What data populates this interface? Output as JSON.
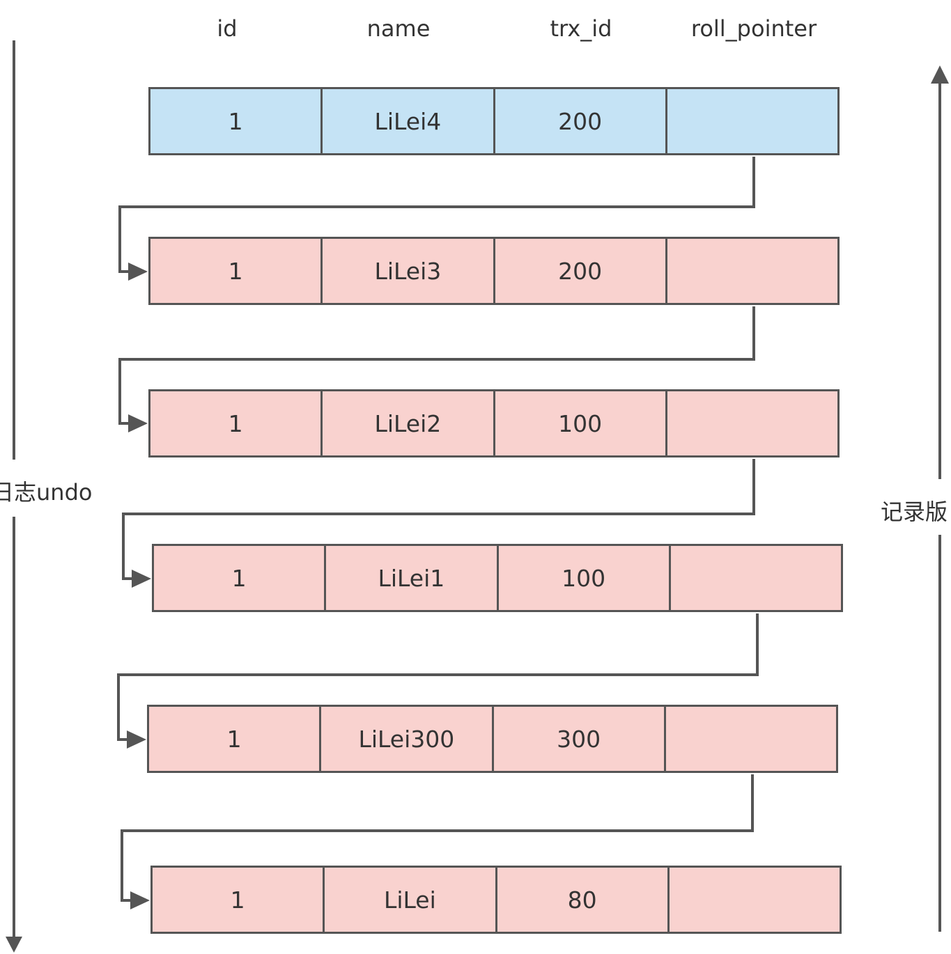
{
  "headers": [
    "id",
    "name",
    "trx_id",
    "roll_pointer"
  ],
  "rows": [
    {
      "id": "1",
      "name": "LiLei4",
      "trx_id": "200",
      "roll_pointer": "",
      "state": "current"
    },
    {
      "id": "1",
      "name": "LiLei3",
      "trx_id": "200",
      "roll_pointer": "",
      "state": "old"
    },
    {
      "id": "1",
      "name": "LiLei2",
      "trx_id": "100",
      "roll_pointer": "",
      "state": "old"
    },
    {
      "id": "1",
      "name": "LiLei1",
      "trx_id": "100",
      "roll_pointer": "",
      "state": "old"
    },
    {
      "id": "1",
      "name": "LiLei300",
      "trx_id": "300",
      "roll_pointer": "",
      "state": "old"
    },
    {
      "id": "1",
      "name": "LiLei",
      "trx_id": "80",
      "roll_pointer": "",
      "state": "old"
    }
  ],
  "left_label": "日志undo",
  "right_label": "记录版",
  "colors": {
    "current_row": "#c5e3f5",
    "old_row": "#f9d2cf",
    "line": "#555555"
  }
}
